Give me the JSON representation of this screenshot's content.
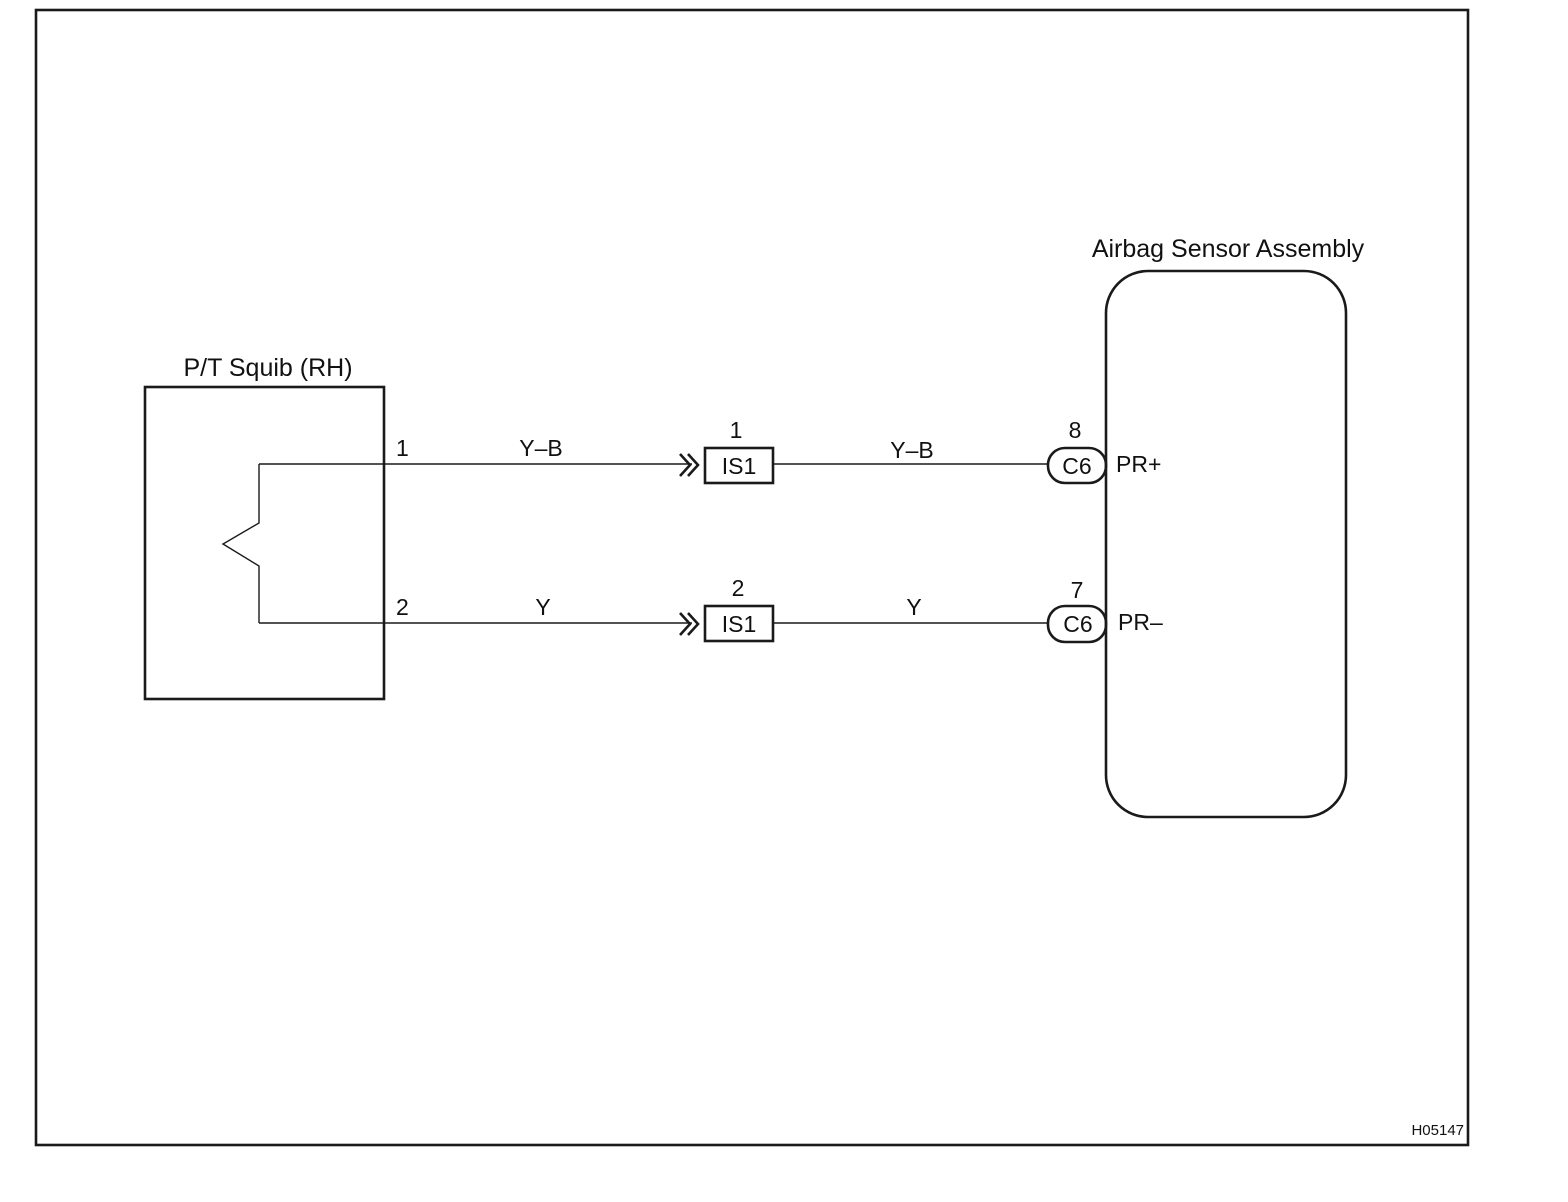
{
  "figure_code": "H05147",
  "components": {
    "squib": {
      "title": "P/T Squib (RH)"
    },
    "sensor": {
      "title": "Airbag Sensor Assembly"
    }
  },
  "circuits": [
    {
      "squib_pin": "1",
      "wire_color_left": "Y–B",
      "junction_pin": "1",
      "junction_connector": "IS1",
      "wire_color_right": "Y–B",
      "sensor_pin": "8",
      "sensor_connector": "C6",
      "terminal": "PR+"
    },
    {
      "squib_pin": "2",
      "wire_color_left": "Y",
      "junction_pin": "2",
      "junction_connector": "IS1",
      "wire_color_right": "Y",
      "sensor_pin": "7",
      "sensor_connector": "C6",
      "terminal": "PR–"
    }
  ]
}
